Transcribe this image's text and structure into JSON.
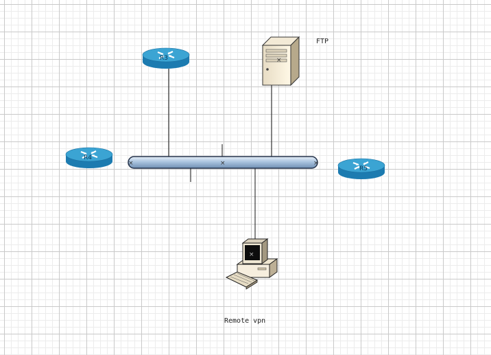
{
  "diagram": {
    "nodes": {
      "router_top": {
        "label": "R3",
        "icon": "router-icon"
      },
      "router_left": {
        "label": "R4",
        "icon": "router-icon"
      },
      "router_right": {
        "label": "R5",
        "icon": "router-icon"
      },
      "ftp_server": {
        "label": "FTP",
        "icon": "server-icon"
      },
      "remote_pc": {
        "label": "Remote vpn",
        "icon": "workstation-icon"
      }
    },
    "links": [
      {
        "from": "router_top",
        "to": "lan_bus"
      },
      {
        "from": "ftp_server",
        "to": "lan_bus"
      },
      {
        "from": "remote_pc",
        "to": "lan_bus"
      }
    ],
    "colors": {
      "router_top": "#2f9bc6",
      "router_body": "#1f7fb0",
      "bus_fill": "#a9c3de",
      "bus_stroke": "#24324a",
      "grid": "#c9c9c9"
    }
  }
}
